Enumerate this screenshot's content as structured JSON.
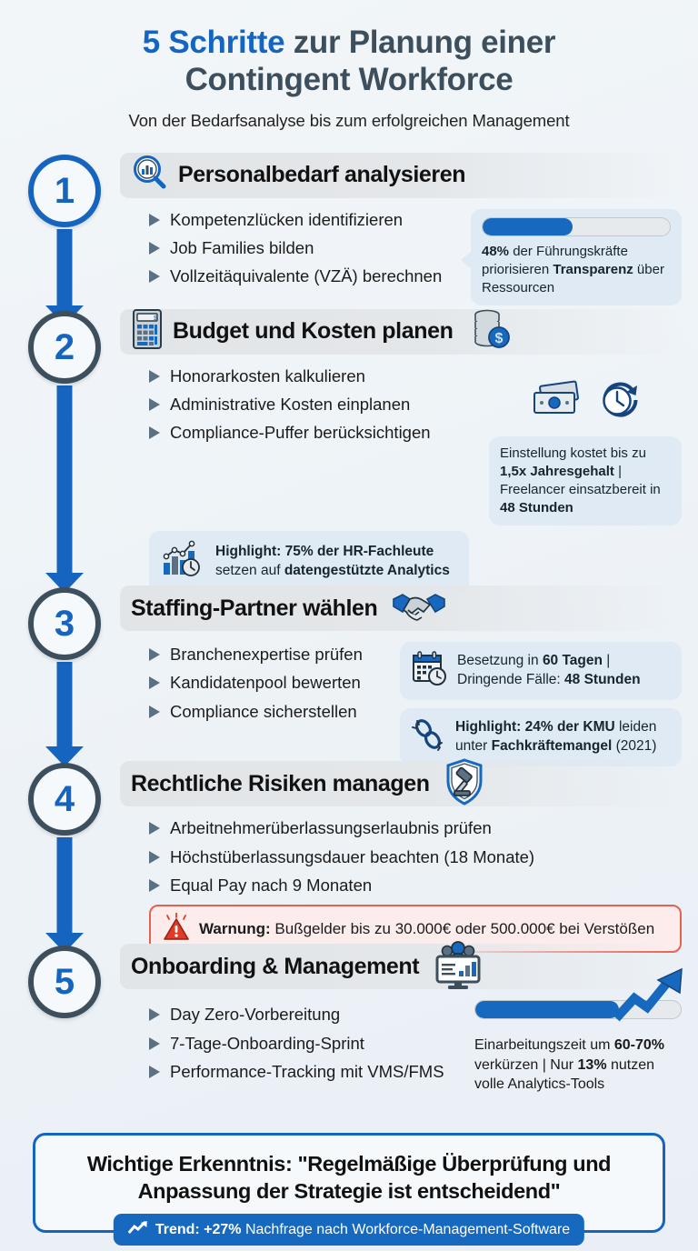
{
  "header": {
    "title_accent": "5 Schritte",
    "title_rest": " zur Planung einer Contingent Workforce",
    "title_line1_accent": "5 Schritte",
    "title_line1_rest": "zur Planung einer",
    "title_line2": "Contingent Workforce",
    "subtitle": "Von der Bedarfsanalyse bis zum erfolgreichen Management"
  },
  "colors": {
    "accent_blue": "#1565c0",
    "bar_blue": "#1769c0",
    "dark_slate": "#3d4f5c",
    "callout_bg": "#dfeaf4",
    "warning_red": "#e8604f",
    "warning_bg": "#fdecec",
    "page_bg": "#f2f6f9"
  },
  "steps": [
    {
      "number": "1",
      "icon": "magnifier-chart-icon",
      "title": "Personalbedarf analysieren",
      "bullets": [
        "Kompetenzlücken identifizieren",
        "Job Families bilden",
        "Vollzeitäquivalente (VZÄ) berechnen"
      ],
      "callouts": [
        {
          "icon": "progress-bar-icon",
          "progress": 48,
          "progress_label": "48%",
          "text_parts": [
            {
              "t": "48%",
              "b": true
            },
            {
              "t": " der Führungskräfte priorisieren ",
              "b": false
            },
            {
              "t": "Transparenz",
              "b": true
            },
            {
              "t": " über Ressourcen",
              "b": false
            }
          ]
        }
      ]
    },
    {
      "number": "2",
      "icon": "calculator-icon",
      "icon_right": "coins-dollar-icon",
      "title": "Budget und Kosten planen",
      "bullets": [
        "Honorarkosten kalkulieren",
        "Administrative Kosten einplanen",
        "Compliance-Puffer berücksichtigen"
      ],
      "callouts": [
        {
          "icon": "bar-chart-clock-icon",
          "text_parts": [
            {
              "t": "Highlight: 75% der HR-Fachleute",
              "b": true
            },
            {
              "t": " setzen auf ",
              "b": false
            },
            {
              "t": "datengestützte Analytics",
              "b": true
            }
          ]
        },
        {
          "icon": "money-clock-icon",
          "text_parts": [
            {
              "t": "Einstellung kostet bis zu ",
              "b": false
            },
            {
              "t": "1,5x Jahresgehalt",
              "b": true
            },
            {
              "t": " | Freelancer einsatzbereit in ",
              "b": false
            },
            {
              "t": "48 Stunden",
              "b": true
            }
          ]
        }
      ]
    },
    {
      "number": "3",
      "icon": "handshake-icon",
      "title": "Staffing-Partner wählen",
      "bullets": [
        "Branchenexpertise prüfen",
        "Kandidatenpool bewerten",
        "Compliance sicherstellen"
      ],
      "callouts": [
        {
          "icon": "calendar-clock-icon",
          "text_parts": [
            {
              "t": "Besetzung in ",
              "b": false
            },
            {
              "t": "60 Tagen",
              "b": true
            },
            {
              "t": " | Dringende Fälle: ",
              "b": false
            },
            {
              "t": "48 Stunden",
              "b": true
            }
          ]
        },
        {
          "icon": "broken-chain-icon",
          "text_parts": [
            {
              "t": "Highlight: 24% der KMU",
              "b": true
            },
            {
              "t": " leiden unter ",
              "b": false
            },
            {
              "t": "Fachkräftemangel",
              "b": true
            },
            {
              "t": " (2021)",
              "b": false
            }
          ]
        }
      ]
    },
    {
      "number": "4",
      "icon": "shield-gavel-icon",
      "title": "Rechtliche Risiken managen",
      "bullets": [
        "Arbeitnehmerüberlassungserlaubnis prüfen",
        "Höchstüberlassungsdauer beachten (18 Monate)",
        "Equal Pay nach 9 Monaten"
      ],
      "warning": {
        "icon": "warning-triangle-icon",
        "label": "Warnung:",
        "text": " Bußgelder bis zu 30.000€ oder 500.000€ bei Verstößen"
      }
    },
    {
      "number": "5",
      "icon": "monitor-team-chart-icon",
      "title": "Onboarding & Management",
      "bullets": [
        "Day Zero-Vorbereitung",
        "7-Tage-Onboarding-Sprint",
        "Performance-Tracking mit VMS/FMS"
      ],
      "callouts": [
        {
          "icon": "progress-bar-trend-icon",
          "progress": 70,
          "text_parts": [
            {
              "t": "Einarbeitungszeit um ",
              "b": false
            },
            {
              "t": "60-70%",
              "b": true
            },
            {
              "t": " verkürzen | Nur ",
              "b": false
            },
            {
              "t": "13%",
              "b": true
            },
            {
              "t": " nutzen volle Analytics-Tools",
              "b": false
            }
          ]
        }
      ]
    }
  ],
  "footer": {
    "title_line1": "Wichtige Erkenntnis: \"Regelmäßige Überprüfung und",
    "title_line2": "Anpassung der Strategie ist entscheidend\"",
    "trend_icon": "trend-up-icon",
    "trend_label": "Trend: +27%",
    "trend_text": " Nachfrage nach Workforce-Management-Software"
  }
}
